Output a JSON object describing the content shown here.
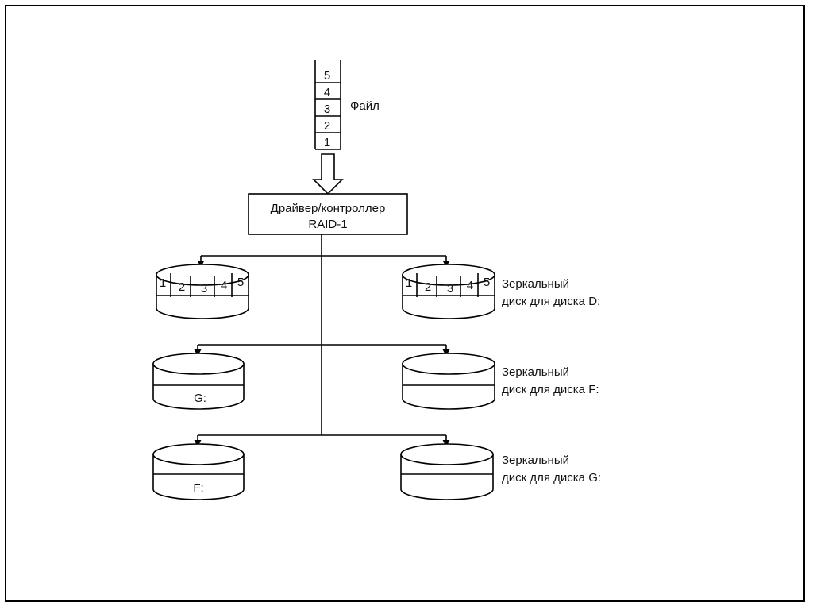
{
  "file": {
    "label": "Файл",
    "blocks": [
      "5",
      "4",
      "3",
      "2",
      "1"
    ]
  },
  "controller": {
    "line1": "Драйвер/контроллер",
    "line2": "RAID-1"
  },
  "disks": {
    "row1_left_blocks": [
      "1",
      "2",
      "3",
      "4",
      "5"
    ],
    "row1_right_blocks": [
      "1",
      "2",
      "3",
      "4",
      "5"
    ],
    "row2_left_label": "G:",
    "row3_left_label": "F:"
  },
  "mirrors": {
    "d": {
      "line1": "Зеркальный",
      "line2": "диск для диска D:"
    },
    "f": {
      "line1": "Зеркальный",
      "line2": "диск для диска F:"
    },
    "g": {
      "line1": "Зеркальный",
      "line2": "диск для диска G:"
    }
  }
}
